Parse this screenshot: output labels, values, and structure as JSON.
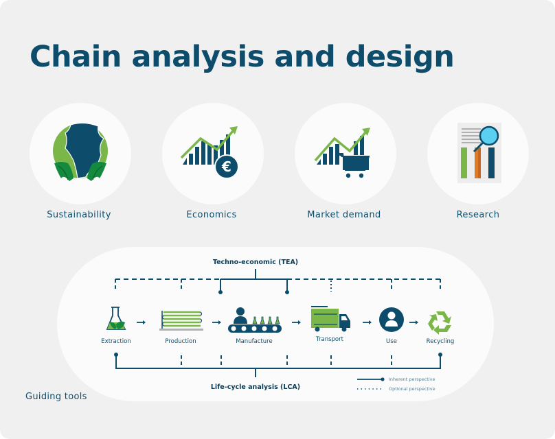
{
  "title": "Chain analysis and design",
  "categories": [
    {
      "label": "Sustainability",
      "icon": "earth-leaves-icon"
    },
    {
      "label": "Economics",
      "icon": "euro-growth-chart-icon"
    },
    {
      "label": "Market demand",
      "icon": "cart-growth-chart-icon"
    },
    {
      "label": "Research",
      "icon": "report-magnifier-icon"
    }
  ],
  "guiding_tools": {
    "label": "Guiding tools",
    "tea_label": "Techno-economic (TEA)",
    "lca_label": "Life-cycle analysis (LCA)",
    "stages": [
      {
        "label": "Extraction",
        "icon": "flask-leaf-icon"
      },
      {
        "label": "Production",
        "icon": "photobioreactor-icon"
      },
      {
        "label": "Manufacture",
        "icon": "worker-conveyor-icon"
      },
      {
        "label": "Transport",
        "icon": "truck-icon"
      },
      {
        "label": "Use",
        "icon": "user-icon"
      },
      {
        "label": "Recycling",
        "icon": "recycle-icon"
      }
    ],
    "legend": {
      "inherent": "Inherent perspective",
      "optional": "Optional perspective"
    }
  },
  "colors": {
    "navy": "#0d4d6b",
    "green_light": "#7ab648",
    "green_dark": "#148a3f",
    "orange": "#e07a26",
    "cyan": "#5cd0f0",
    "background": "#f0f0f0"
  }
}
